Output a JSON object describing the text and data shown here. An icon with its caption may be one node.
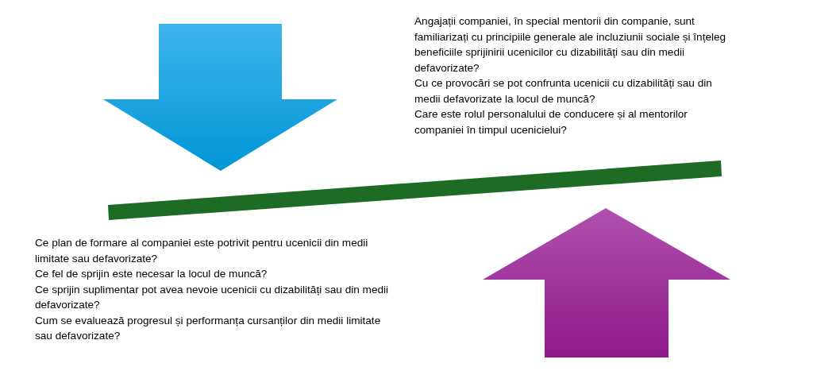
{
  "diagram": {
    "labels": [
      "Angajații companiei, în special mentorii din companie, sunt familiarizați cu principiile generale ale incluziunii sociale și înțeleg beneficiile sprijinirii ucenicilor cu dizabilități sau din medii defavorizate?",
      "Cu ce provocări se pot confrunta ucenicii cu dizabilități sau din medii defavorizate la locul de muncă?",
      "Care este rolul personalului de conducere și al mentorilor companiei în timpul ucenicielui?",
      "Ce plan de formare al companiei este potrivit pentru ucenicii din medii limitate sau defavorizate?",
      "Ce fel de sprijin este necesar la locul de muncă?",
      "Ce sprijin suplimentar pot avea nevoie ucenicii cu dizabilități sau din medii defavorizate?",
      "Cum se evaluează progresul și performanța cursanților din medii limitate sau defavorizate?"
    ]
  }
}
